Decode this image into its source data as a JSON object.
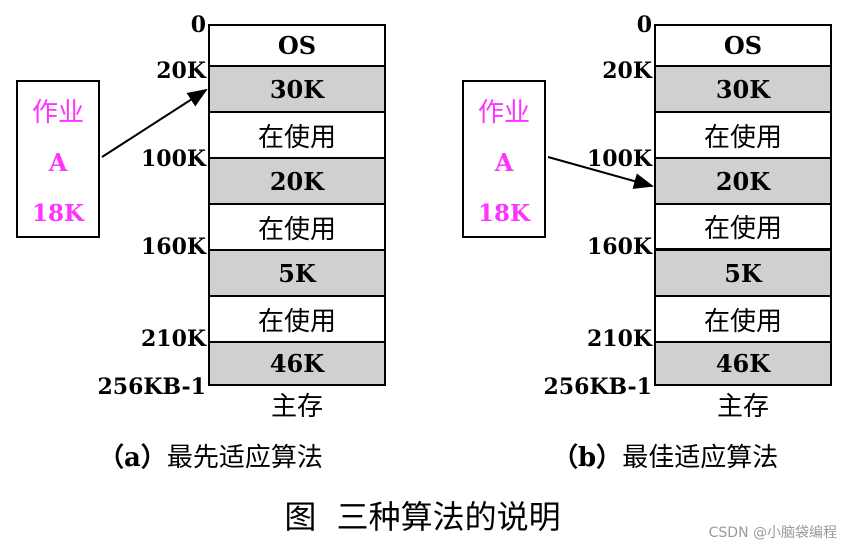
{
  "job": {
    "name": "作业",
    "letter": "A",
    "size": "18K"
  },
  "addresses": [
    "0",
    "20K",
    "100K",
    "160K",
    "210K",
    "256KB-1"
  ],
  "blocks": [
    "OS",
    "30K",
    "在使用",
    "20K",
    "在使用",
    "5K",
    "在使用",
    "46K"
  ],
  "memory_caption": "主存",
  "captions": {
    "a": {
      "prefix": "（a）",
      "text": "最先适应算法"
    },
    "b": {
      "prefix": "（b）",
      "text": "最佳适应算法"
    }
  },
  "figure_title": "图  三种算法的说明",
  "watermark": "CSDN @小脑袋编程"
}
